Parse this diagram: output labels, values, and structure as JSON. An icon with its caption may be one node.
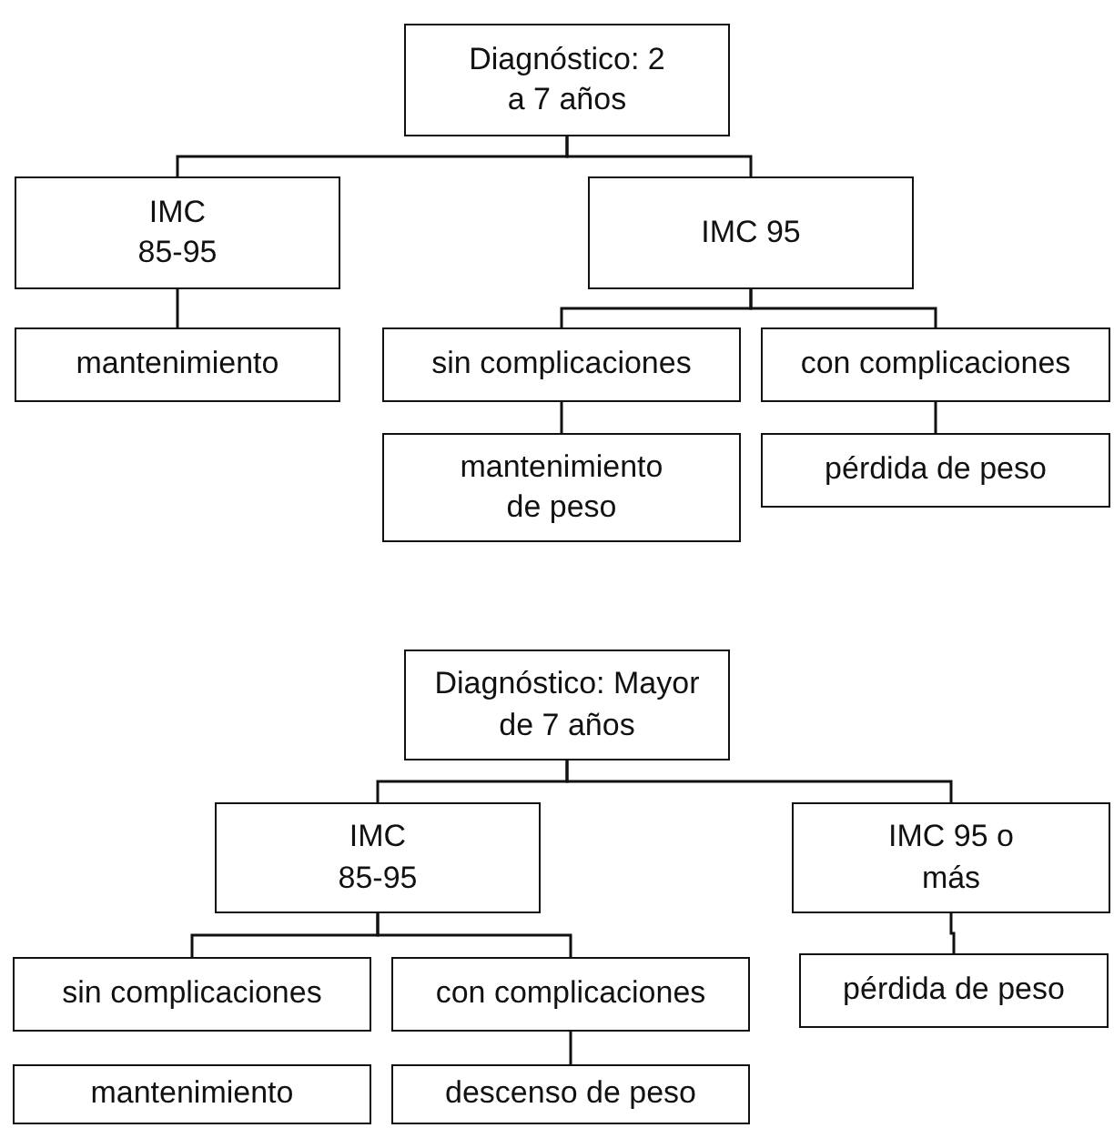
{
  "diagram": {
    "nodes": [
      {
        "text": [
          "Diagnóstico: 2 a 7 años"
        ]
      },
      {
        "text": [
          "IMC 85-95"
        ]
      },
      {
        "text": [
          "IMC 95"
        ]
      },
      {
        "text": [
          "mantenimiento"
        ]
      },
      {
        "text": [
          "sin complicaciones"
        ]
      },
      {
        "text": [
          "con complicaciones"
        ]
      },
      {
        "text": [
          "mantenimiento de peso"
        ]
      },
      {
        "text": [
          "pérdida de peso"
        ]
      },
      {
        "text": [
          "Diagnóstico: Mayor de 7 años"
        ]
      },
      {
        "text": [
          "IMC 85-95"
        ]
      },
      {
        "text": [
          "IMC 95 o más"
        ]
      },
      {
        "text": [
          "sin complicaciones"
        ]
      },
      {
        "text": [
          "con complicaciones"
        ]
      },
      {
        "text": [
          "pérdida de peso"
        ]
      },
      {
        "text": [
          "mantenimiento"
        ]
      },
      {
        "text": [
          "descenso de peso"
        ]
      }
    ],
    "edges": [
      {
        "from": 0,
        "to": 1,
        "arrow": "none"
      },
      {
        "from": 0,
        "to": 2,
        "arrow": "none"
      },
      {
        "from": 1,
        "to": 3,
        "arrow": "none"
      },
      {
        "from": 2,
        "to": 4,
        "arrow": "none"
      },
      {
        "from": 2,
        "to": 5,
        "arrow": "none"
      },
      {
        "from": 4,
        "to": 6,
        "arrow": "none"
      },
      {
        "from": 5,
        "to": 7,
        "arrow": "none"
      },
      {
        "from": 8,
        "to": 9,
        "arrow": "none"
      },
      {
        "from": 8,
        "to": 10,
        "arrow": "none"
      },
      {
        "from": 9,
        "to": 11,
        "arrow": "none"
      },
      {
        "from": 9,
        "to": 12,
        "arrow": "none"
      },
      {
        "from": 10,
        "to": 13,
        "arrow": "none"
      },
      {
        "from": 12,
        "to": 15,
        "arrow": "none"
      }
    ]
  }
}
